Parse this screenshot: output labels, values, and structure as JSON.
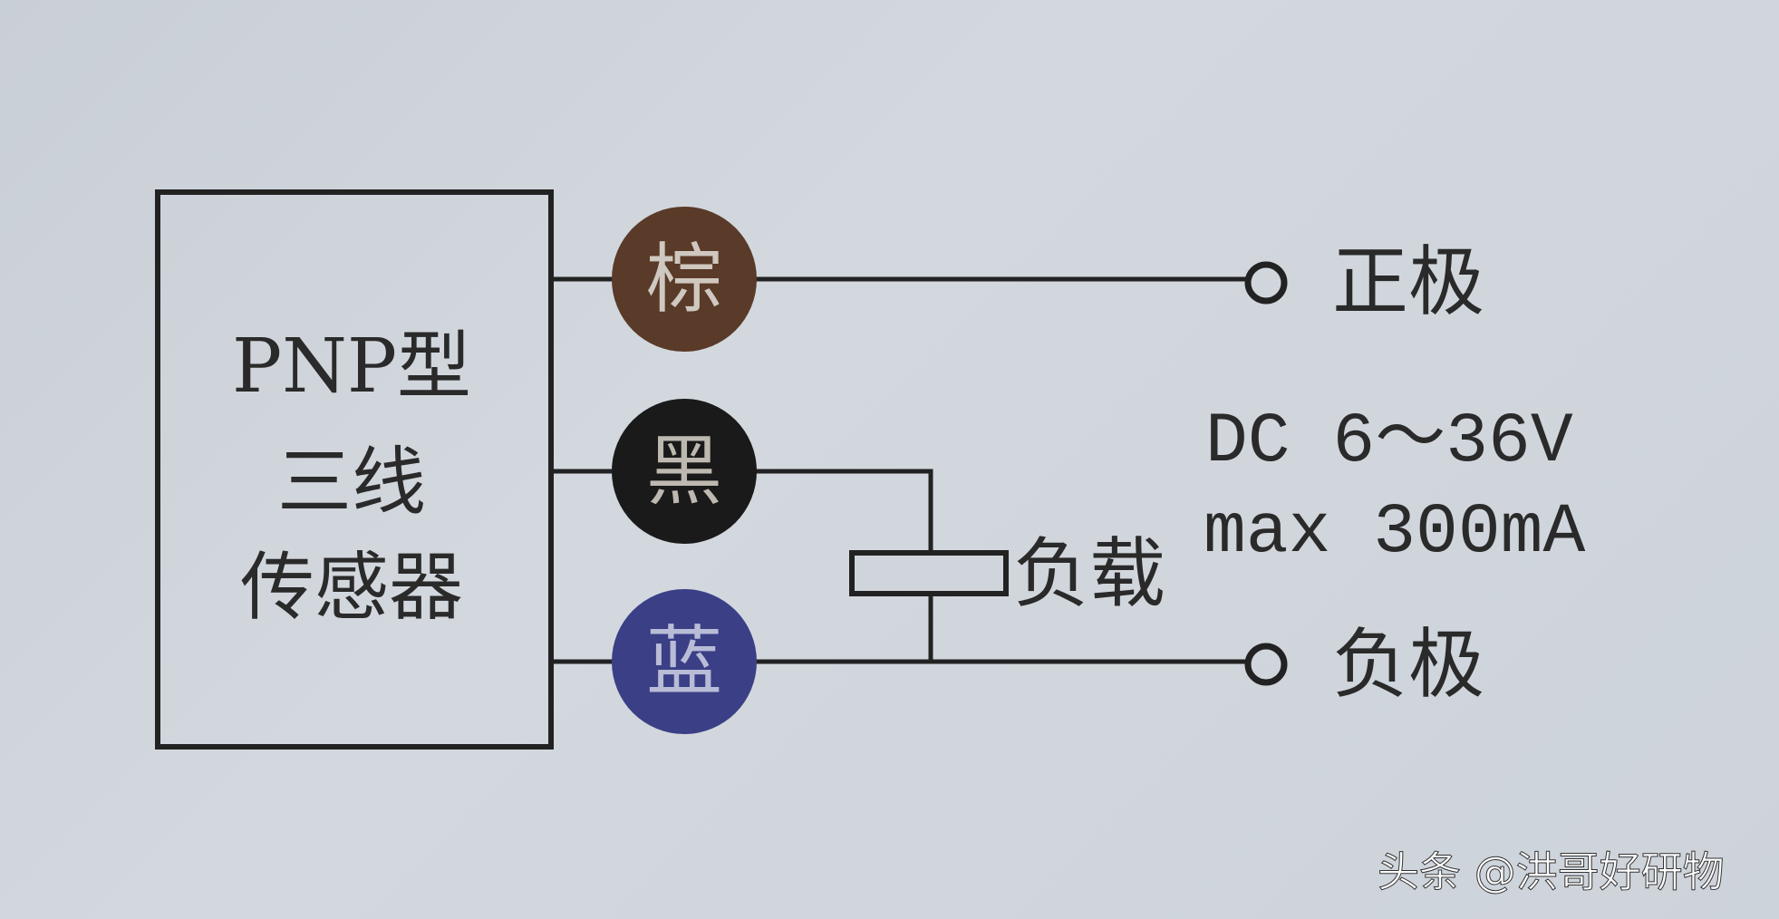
{
  "sensor": {
    "line1": "PNP型",
    "line2": "三线",
    "line3": "传感器"
  },
  "wires": [
    {
      "label": "棕",
      "color": "#5a3a28"
    },
    {
      "label": "黑",
      "color": "#1a1a1a"
    },
    {
      "label": "蓝",
      "color": "#3a3f86"
    }
  ],
  "terminals": {
    "positive": "正极",
    "negative": "负极"
  },
  "load": {
    "label": "负载"
  },
  "supply": {
    "voltage": "DC 6～36V",
    "current": "max 300mA"
  },
  "watermark": "头条 @洪哥好研物"
}
